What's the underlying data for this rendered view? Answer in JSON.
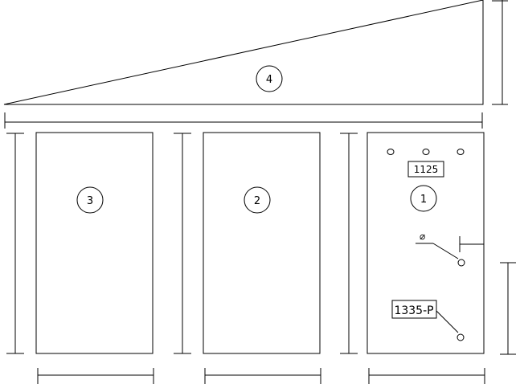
{
  "parts": {
    "part_4": "4",
    "part_3": "3",
    "part_2": "2",
    "part_1": "1"
  },
  "callouts": {
    "label_top": "1125",
    "label_bottom": "1335-P",
    "diameter_symbol": "⌀"
  }
}
